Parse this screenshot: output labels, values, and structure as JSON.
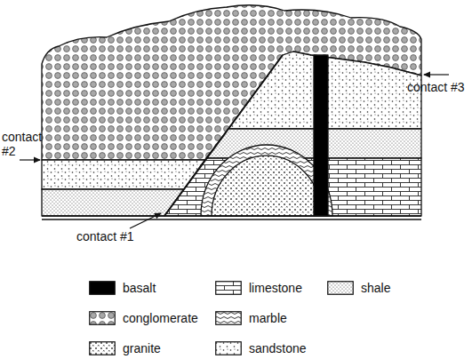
{
  "diagram": {
    "labels": [
      "contact #1",
      "contact #2",
      "contact #3"
    ],
    "legend": [
      {
        "text": "basalt",
        "color": "#000000"
      },
      {
        "text": "limestone"
      },
      {
        "text": "shale"
      },
      {
        "text": "conglomerate"
      },
      {
        "text": "marble"
      },
      {
        "text": "granite"
      },
      {
        "text": "sandstone"
      }
    ]
  }
}
